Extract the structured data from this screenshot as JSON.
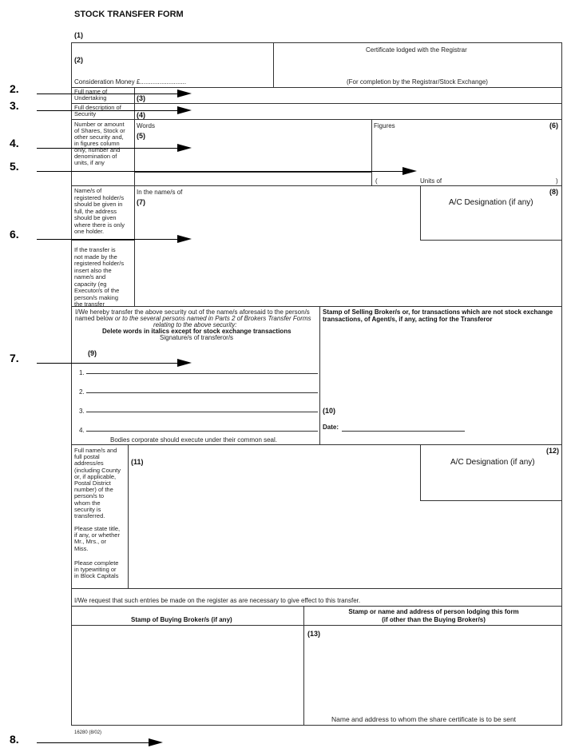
{
  "title": "STOCK TRANSFER FORM",
  "markers": {
    "m1": "(1)",
    "m2": "(2)",
    "m3": "(3)",
    "m4": "(4)",
    "m5": "(5)",
    "m6": "(6)",
    "m7": "(7)",
    "m8": "(8)",
    "m9": "(9)",
    "m10": "(10)",
    "m11": "(11)",
    "m12": "(12)",
    "m13": "(13)"
  },
  "side_numbers": {
    "n2": "2.",
    "n3": "3.",
    "n4": "4.",
    "n5": "5.",
    "n6": "6.",
    "n7": "7.",
    "n8": "8."
  },
  "labels": {
    "consideration": "Consideration Money £..........................",
    "cert_lodged": "Certificate lodged with the Registrar",
    "for_completion": "(For completion by the Registrar/Stock Exchange)",
    "full_name_undertaking": "Full name of\nUndertaking",
    "full_desc_security": "Full description of\nSecurity",
    "number_amount": "Number or amount\nof Shares, Stock or\nother security and,\nin figures column\nonly, number and\ndenomination of\nunits, if any",
    "words": "Words",
    "figures": "Figures",
    "units_open": "(",
    "units_of": "Units of",
    "units_close": ")",
    "registered_holders": "Name/s of\nregistered holder/s\nshould be given in\nfull, the address\nshould be given\nwhere there is only\none holder.",
    "in_name_of": "In the name/s of",
    "ac_designation": "A/C Designation (if any)",
    "if_transfer": "If the transfer is\nnot made by the\nregistered holder/s\ninsert also the\nname/s and\ncapacity (eg\nExecutor/s of the\nperson/s making\nthe transfer",
    "transfer_text_a": "I/We hereby transfer the above security out of the name/s aforesaid to the person/s",
    "transfer_text_b": "named below",
    "transfer_text_c": " or to the several persons named in Parts 2 of Brokers Transfer Forms",
    "transfer_text_d": "relating to the above security:",
    "delete_words": "Delete words in italics except for stock exchange transactions",
    "signatures": "Signature/s of transferor/s",
    "sig1": "1.",
    "sig2": "2.",
    "sig3": "3.",
    "sig4": "4.",
    "bodies_corporate": "Bodies corporate should execute under their common seal.",
    "stamp_selling": "Stamp of Selling Broker/s or, for transactions which are not stock exchange transactions, of Agent/s, if any, acting for the Transferor",
    "date": "Date:",
    "full_postal": "Full name/s and\nfull postal\naddress/es\n(including County\nor, if applicable,\nPostal District\nnumber) of the\nperson/s to\nwhom the\nsecurity is\ntransferred.",
    "state_title": "Please state title,\nif any, or whether\nMr., Mrs., or\nMiss.",
    "please_complete": "Please complete\nin typewriting or\nin Block Capitals",
    "we_request": "I/We request that such entries be made on the register as are necessary to give effect to this transfer.",
    "stamp_buying": "Stamp of Buying Broker/s (if any)",
    "stamp_lodging": "Stamp or name and address of person lodging this form\n(if other than the Buying Broker/s)",
    "name_address_cert": "Name and address to whom the share certificate is to be sent",
    "form_code": "16280 (8/02)"
  }
}
